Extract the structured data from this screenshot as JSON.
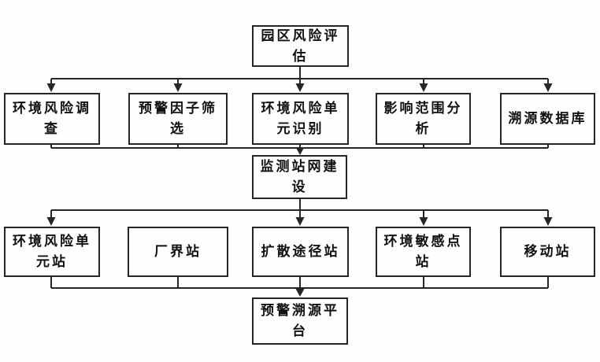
{
  "diagram": {
    "type": "flowchart",
    "language": "zh-CN",
    "nodes": {
      "top": "园区风险评估",
      "row2": [
        "环境风险调查",
        "预警因子筛选",
        "环境风险单元识别",
        "影响范围分析",
        "溯源数据库"
      ],
      "mid": "监测站网建设",
      "row4": [
        "环境风险单元站",
        "厂界站",
        "扩散途径站",
        "环境敏感点站",
        "移动站"
      ],
      "bottom": "预警溯源平台"
    },
    "edges": [
      "top -> each of row2 (arrows)",
      "row2 all -> mid (single arrow)",
      "mid -> row4 columns 1,3,4,5 (arrows; no arrow into 厂界站)",
      "row4 all -> bottom (single arrow)"
    ],
    "colors": {
      "line": "#262626",
      "box_border": "#262626",
      "text": "#111111",
      "background": "#fefefe"
    }
  }
}
